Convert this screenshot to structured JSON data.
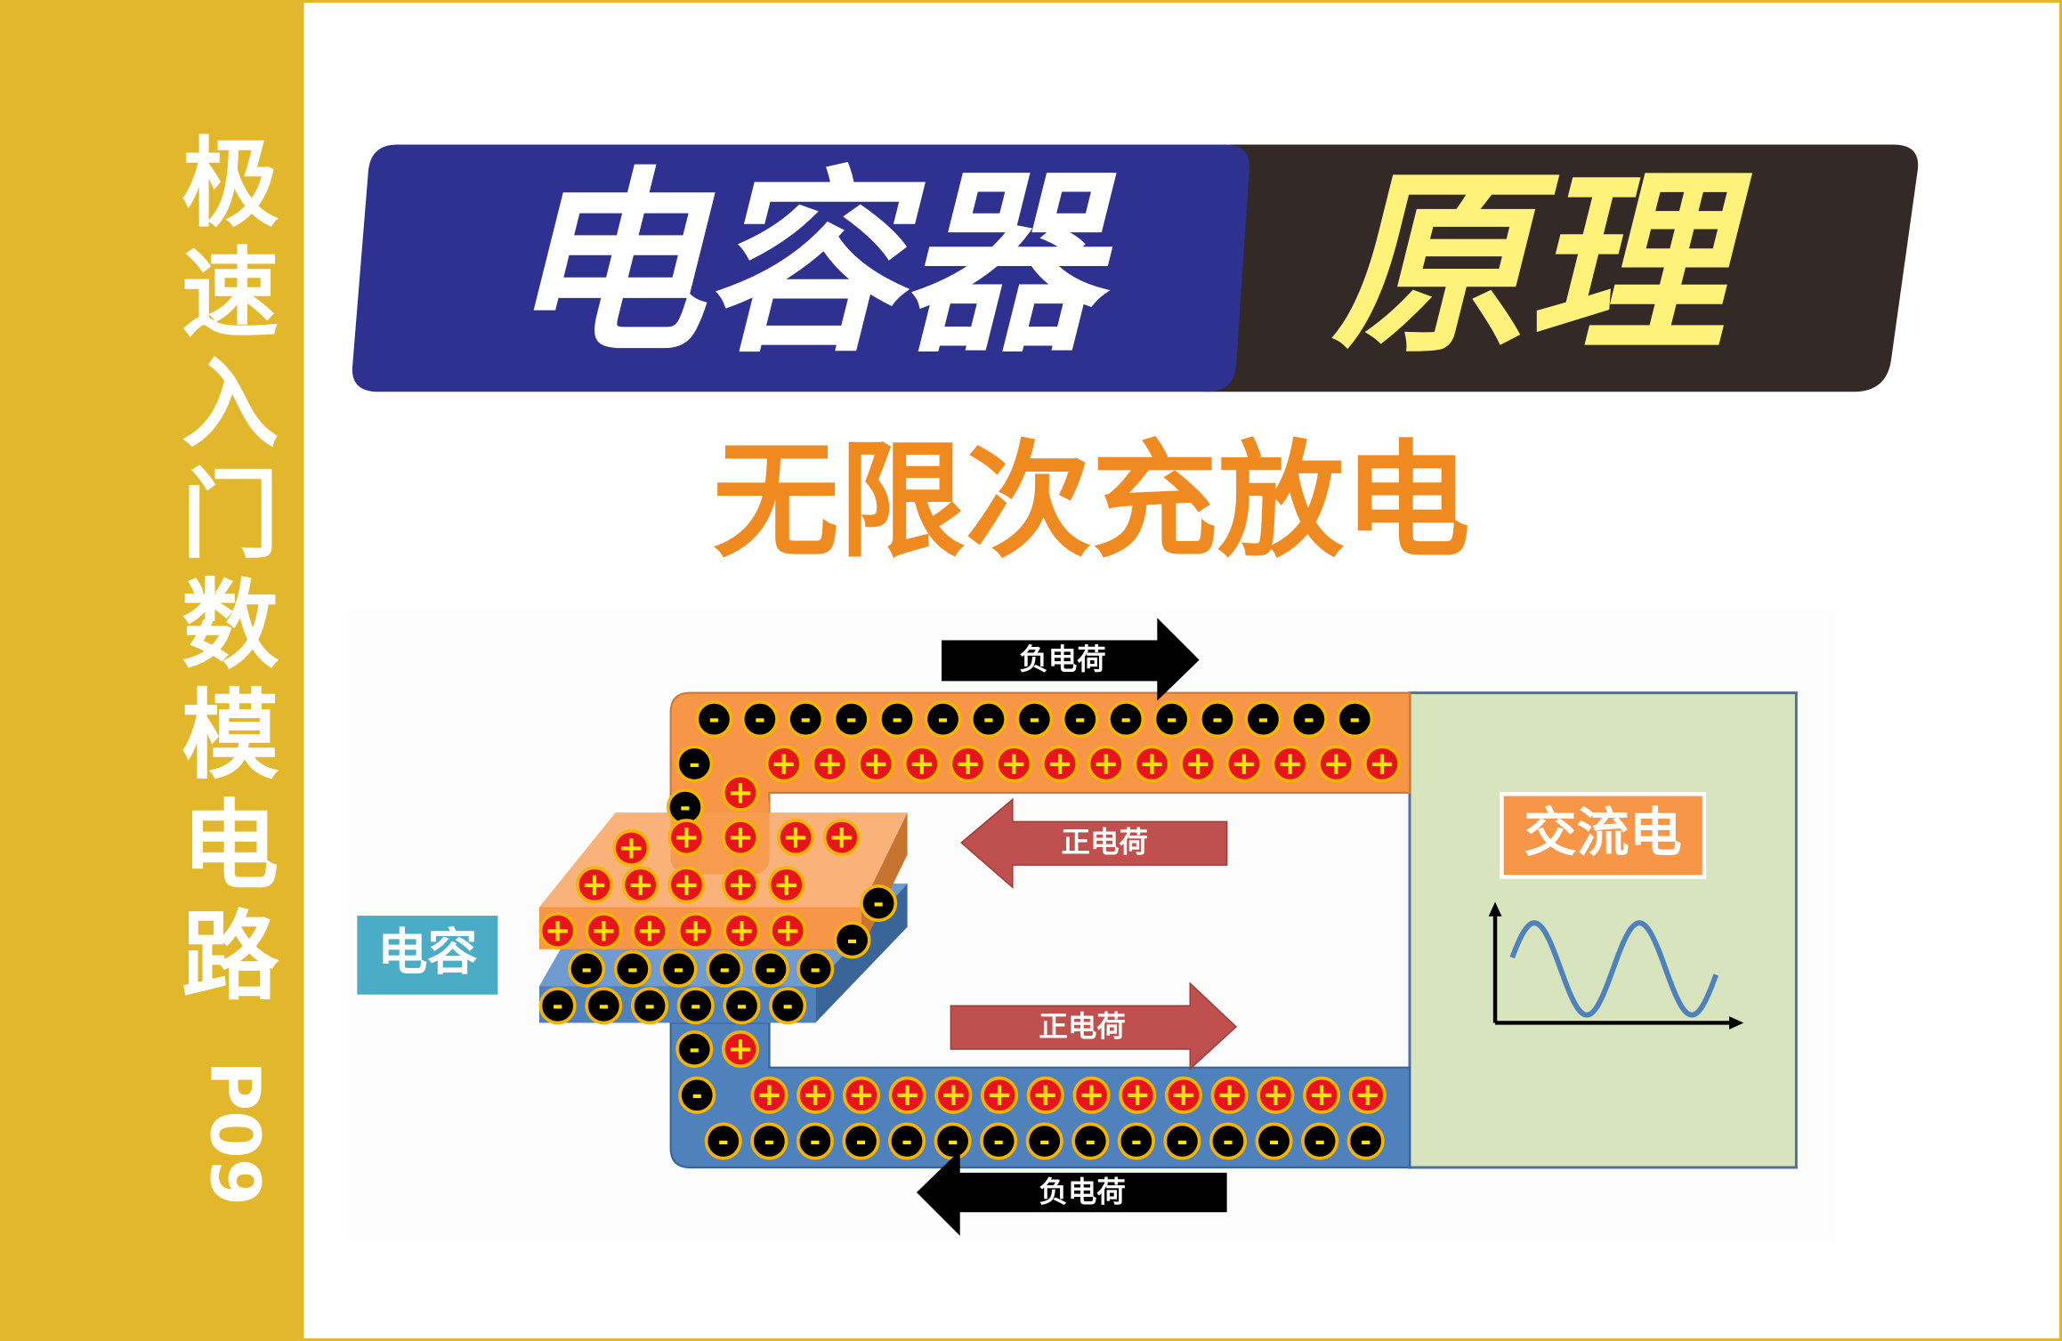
{
  "sidebar": {
    "series_chars": [
      "极",
      "速",
      "入",
      "门",
      "数",
      "模",
      "电",
      "路"
    ],
    "episode": "P09"
  },
  "banner": {
    "title_main": "电容器",
    "title_sub": "原理"
  },
  "subtitle": "无限次充放电",
  "diagram": {
    "capacitor_label": "电容",
    "ac_label": "交流电",
    "arrow_top": "负电荷",
    "arrow_mid_left": "正电荷",
    "arrow_mid_right": "正电荷",
    "arrow_bottom": "负电荷",
    "plus_sign": "+",
    "minus_sign": "-"
  },
  "colors": {
    "sidebar": "#E2B72B",
    "banner_blue": "#2E3190",
    "banner_dark": "#332A28",
    "title_yellow": "#FFF27A",
    "subtitle_orange": "#EE8A1F",
    "wire_orange": "#F79646",
    "wire_blue": "#4F81BD",
    "ac_box": "#D7E4BD",
    "arrow_red": "#C0504D",
    "cap_label": "#4BACC6"
  }
}
